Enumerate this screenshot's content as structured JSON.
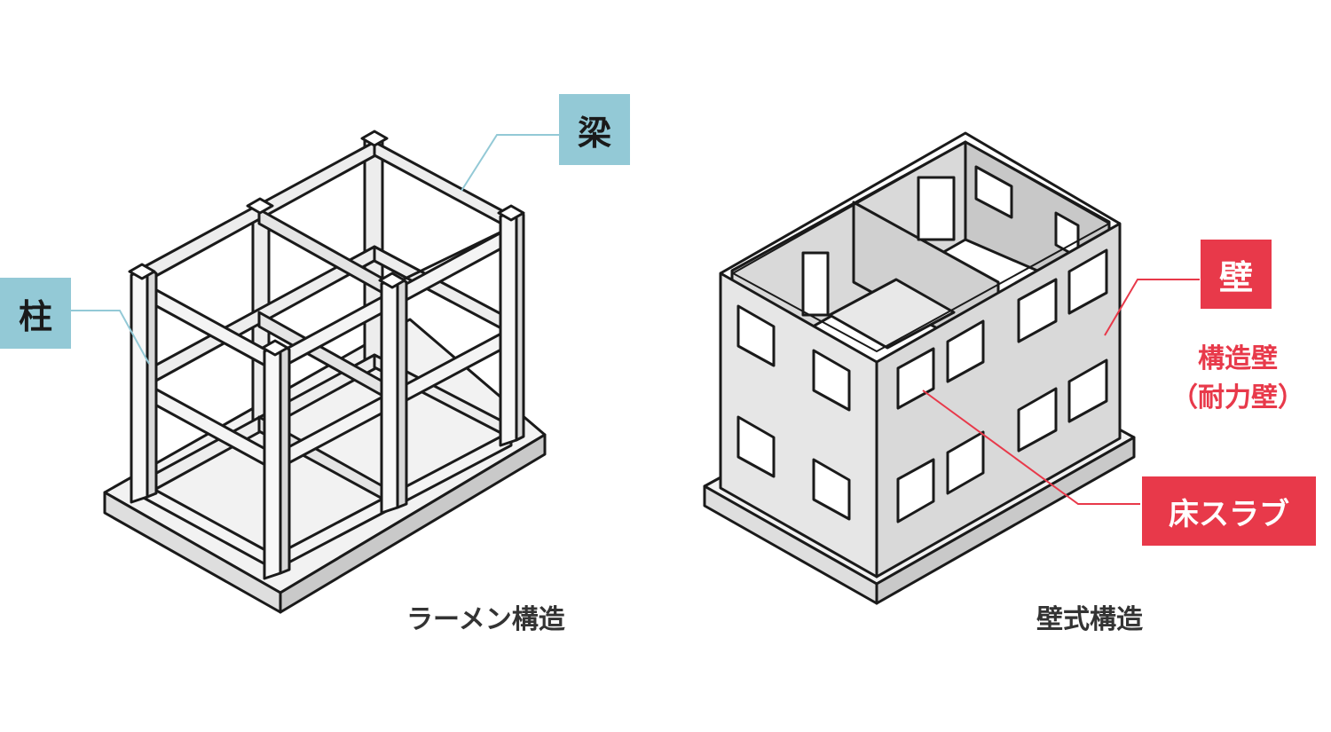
{
  "left_figure": {
    "caption": "ラーメン構造",
    "labels": {
      "beam": "梁",
      "column": "柱"
    }
  },
  "right_figure": {
    "caption": "壁式構造",
    "labels": {
      "wall": "壁",
      "bearing_wall_line1": "構造壁",
      "bearing_wall_line2": "（耐力壁）",
      "floor_slab": "床スラブ"
    }
  },
  "colors": {
    "label_blue": "#93c9d6",
    "label_red": "#e8394a",
    "line": "#1a1a1a",
    "fill_light": "#ebebeb",
    "fill_mid": "#d4d4d4"
  }
}
